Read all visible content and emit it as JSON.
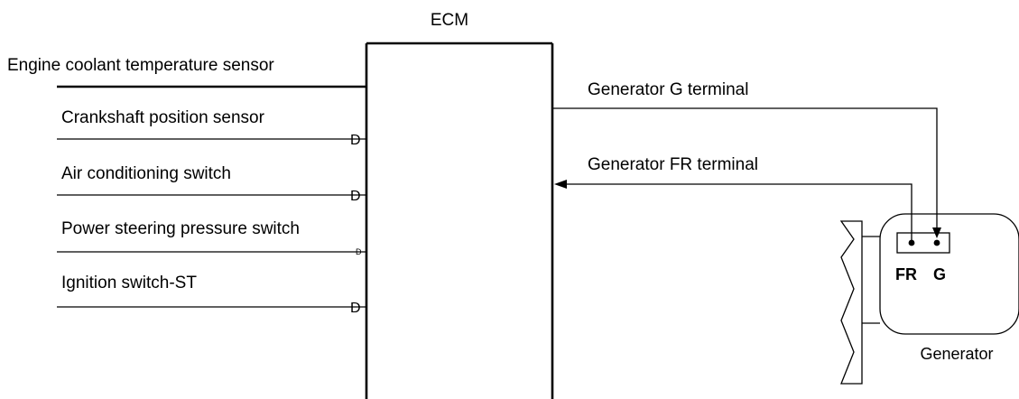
{
  "ecm": {
    "title": "ECM"
  },
  "inputs": [
    {
      "label": "Engine coolant temperature sensor"
    },
    {
      "label": "Crankshaft position sensor",
      "pin": "D"
    },
    {
      "label": "Air conditioning switch",
      "pin": "D"
    },
    {
      "label": "Power steering pressure switch",
      "pin": "D"
    },
    {
      "label": "Ignition switch-ST",
      "pin": "D"
    }
  ],
  "outputs": [
    {
      "label": "Generator G terminal"
    },
    {
      "label": "Generator FR terminal"
    }
  ],
  "generator": {
    "label": "Generator",
    "pin_fr": "FR",
    "pin_g": "G"
  }
}
